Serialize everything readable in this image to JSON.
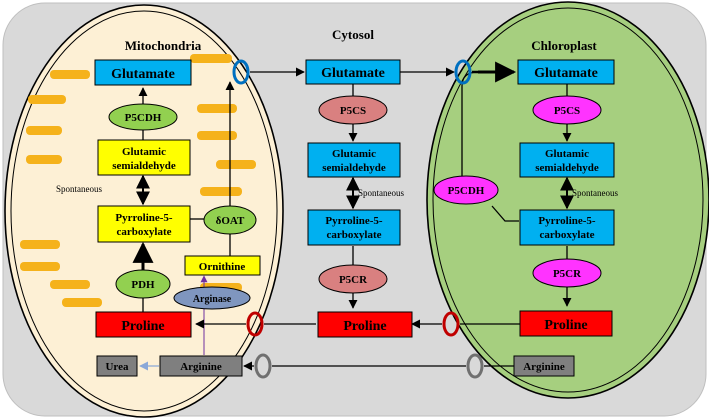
{
  "compartments": {
    "cytosol": "Cytosol",
    "mitochondria": "Mitochondria",
    "chloroplast": "Chloroplast"
  },
  "mitochondria": {
    "glutamate": "Glutamate",
    "p5cdh": "P5CDH",
    "gsa_line1": "Glutamic",
    "gsa_line2": "semialdehyde",
    "spontaneous": "Spontaneous",
    "p5c_line1": "Pyrroline-5-",
    "p5c_line2": "carboxylate",
    "doat": "δOAT",
    "ornithine": "Ornithine",
    "pdh": "PDH",
    "arginase": "Arginase",
    "proline": "Proline",
    "urea": "Urea",
    "arginine": "Arginine"
  },
  "cytosol": {
    "glutamate": "Glutamate",
    "p5cs": "P5CS",
    "gsa_line1": "Glutamic",
    "gsa_line2": "semialdehyde",
    "spontaneous": "Spontaneous",
    "p5c_line1": "Pyrroline-5-",
    "p5c_line2": "carboxylate",
    "p5cr": "P5CR",
    "proline": "Proline"
  },
  "chloroplast": {
    "glutamate": "Glutamate",
    "p5cs": "P5CS",
    "gsa_line1": "Glutamic",
    "gsa_line2": "semialdehyde",
    "spontaneous": "Spontaneous",
    "p5cdh": "P5CDH",
    "p5c_line1": "Pyrroline-5-",
    "p5c_line2": "carboxylate",
    "p5cr": "P5CR",
    "proline": "Proline",
    "arginine": "Arginine"
  },
  "colors": {
    "cytosol_bg": "#d9d9d9",
    "mito_bg": "#fdf0d5",
    "mito_cristae": "#f5b21b",
    "chloro_bg": "#a6cf7f",
    "glutamate_box": "#00b0f0",
    "yellow_box": "#ffff00",
    "green_enzyme": "#92d050",
    "magenta_enzyme": "#ff33ff",
    "rose_enzyme": "#d98080",
    "proline_box": "#ff0000",
    "gray_box": "#7f7f7f",
    "arginase": "#7f96bf",
    "blue_transporter": "#0070c0",
    "red_transporter": "#c00000",
    "gray_transporter": "#707070"
  }
}
